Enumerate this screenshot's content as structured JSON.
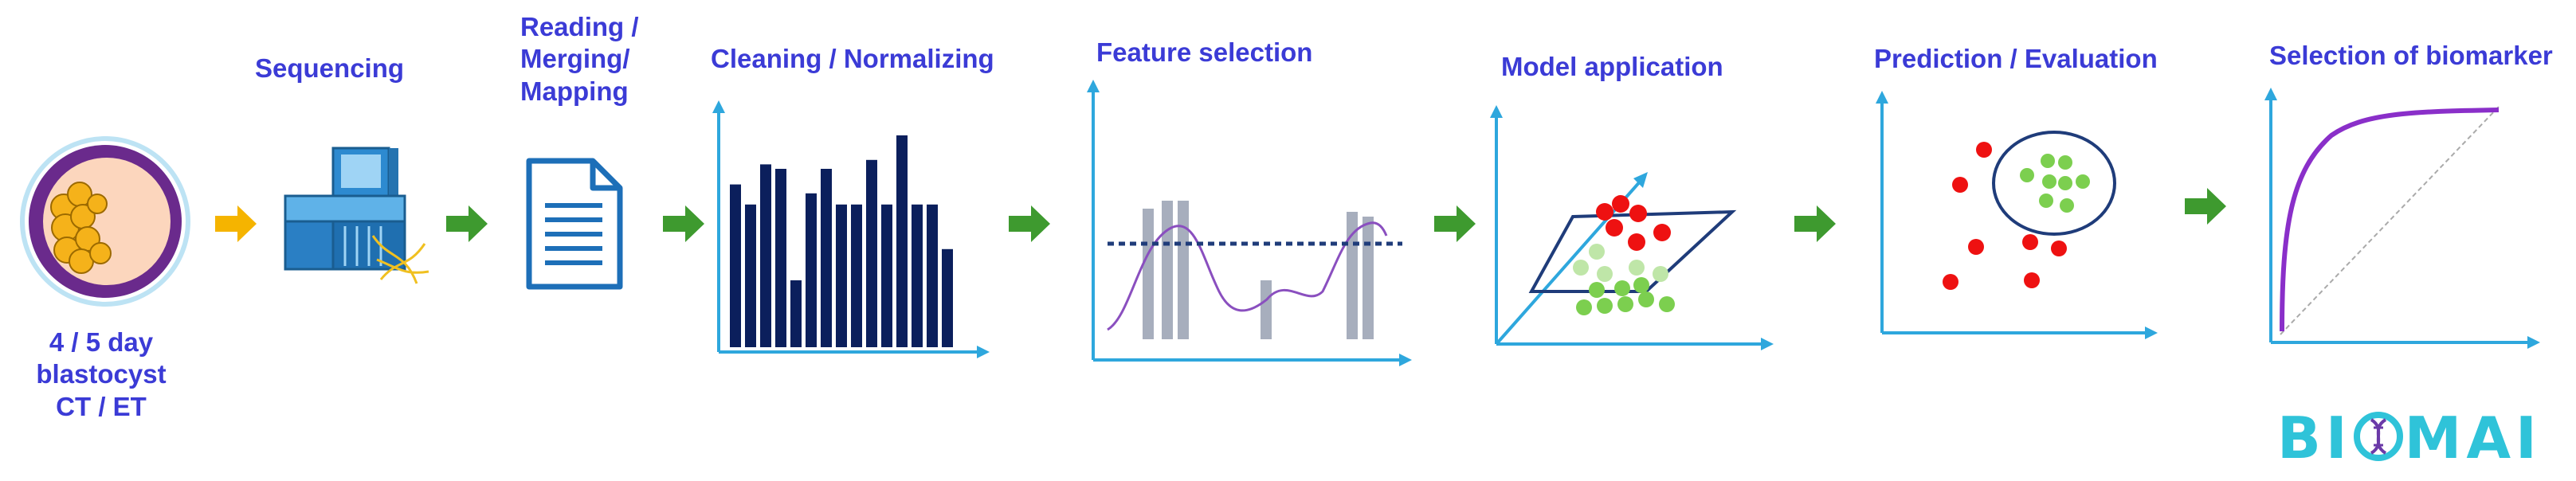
{
  "steps": {
    "blastocyst": [
      "4 / 5 day",
      "blastocyst",
      "CT / ET"
    ],
    "sequencing": "Sequencing",
    "reading": [
      "Reading /",
      "Merging/",
      "Mapping"
    ],
    "cleaning": "Cleaning / Normalizing",
    "feature": "Feature selection",
    "model": "Model application",
    "prediction": "Prediction / Evaluation",
    "selection": "Selection of biomarker"
  },
  "logo": {
    "left": "BI",
    "right": "MAI"
  },
  "colors": {
    "label": "#3b3bd6",
    "arrow_green": "#3e9a2f",
    "arrow_yellow": "#f5b400",
    "axis": "#2ea7dd",
    "bars_dark": "#0b1f5c",
    "curve": "#8a4fbf",
    "gray_bar": "#a7aebd",
    "red": "#ee1111",
    "green": "#7ccf4f",
    "logo": "#2fc3d9"
  },
  "cleaning_bars": [
    0.73,
    0.64,
    0.82,
    0.8,
    0.3,
    0.69,
    0.8,
    0.64,
    0.64,
    0.84,
    0.64,
    0.95,
    0.64,
    0.64,
    0.44
  ]
}
